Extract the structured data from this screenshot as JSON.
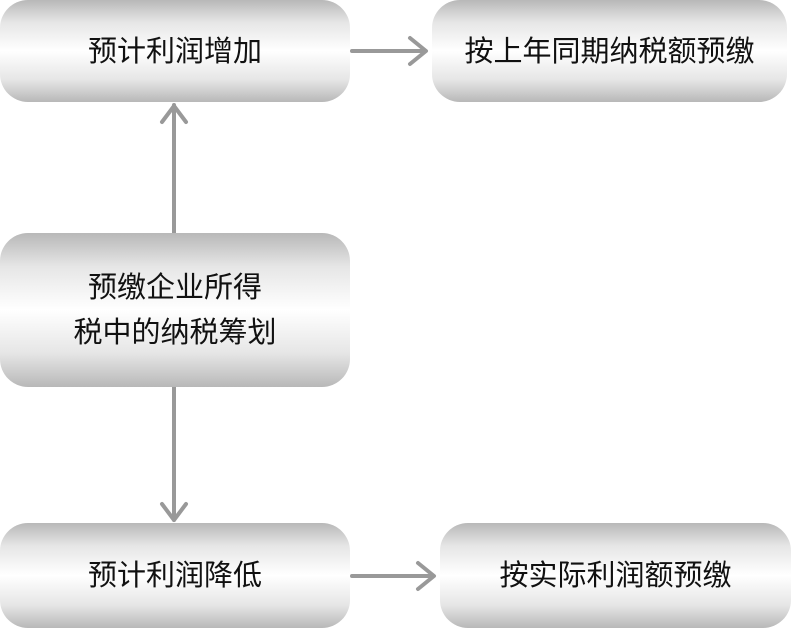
{
  "nodes": {
    "increase": "预计利润增加",
    "prev_year": "按上年同期纳税额预缴",
    "center_line1": "预缴企业所得",
    "center_line2": "税中的纳税筹划",
    "decrease": "预计利润降低",
    "actual": "按实际利润额预缴"
  },
  "colors": {
    "arrow": "#999999"
  }
}
